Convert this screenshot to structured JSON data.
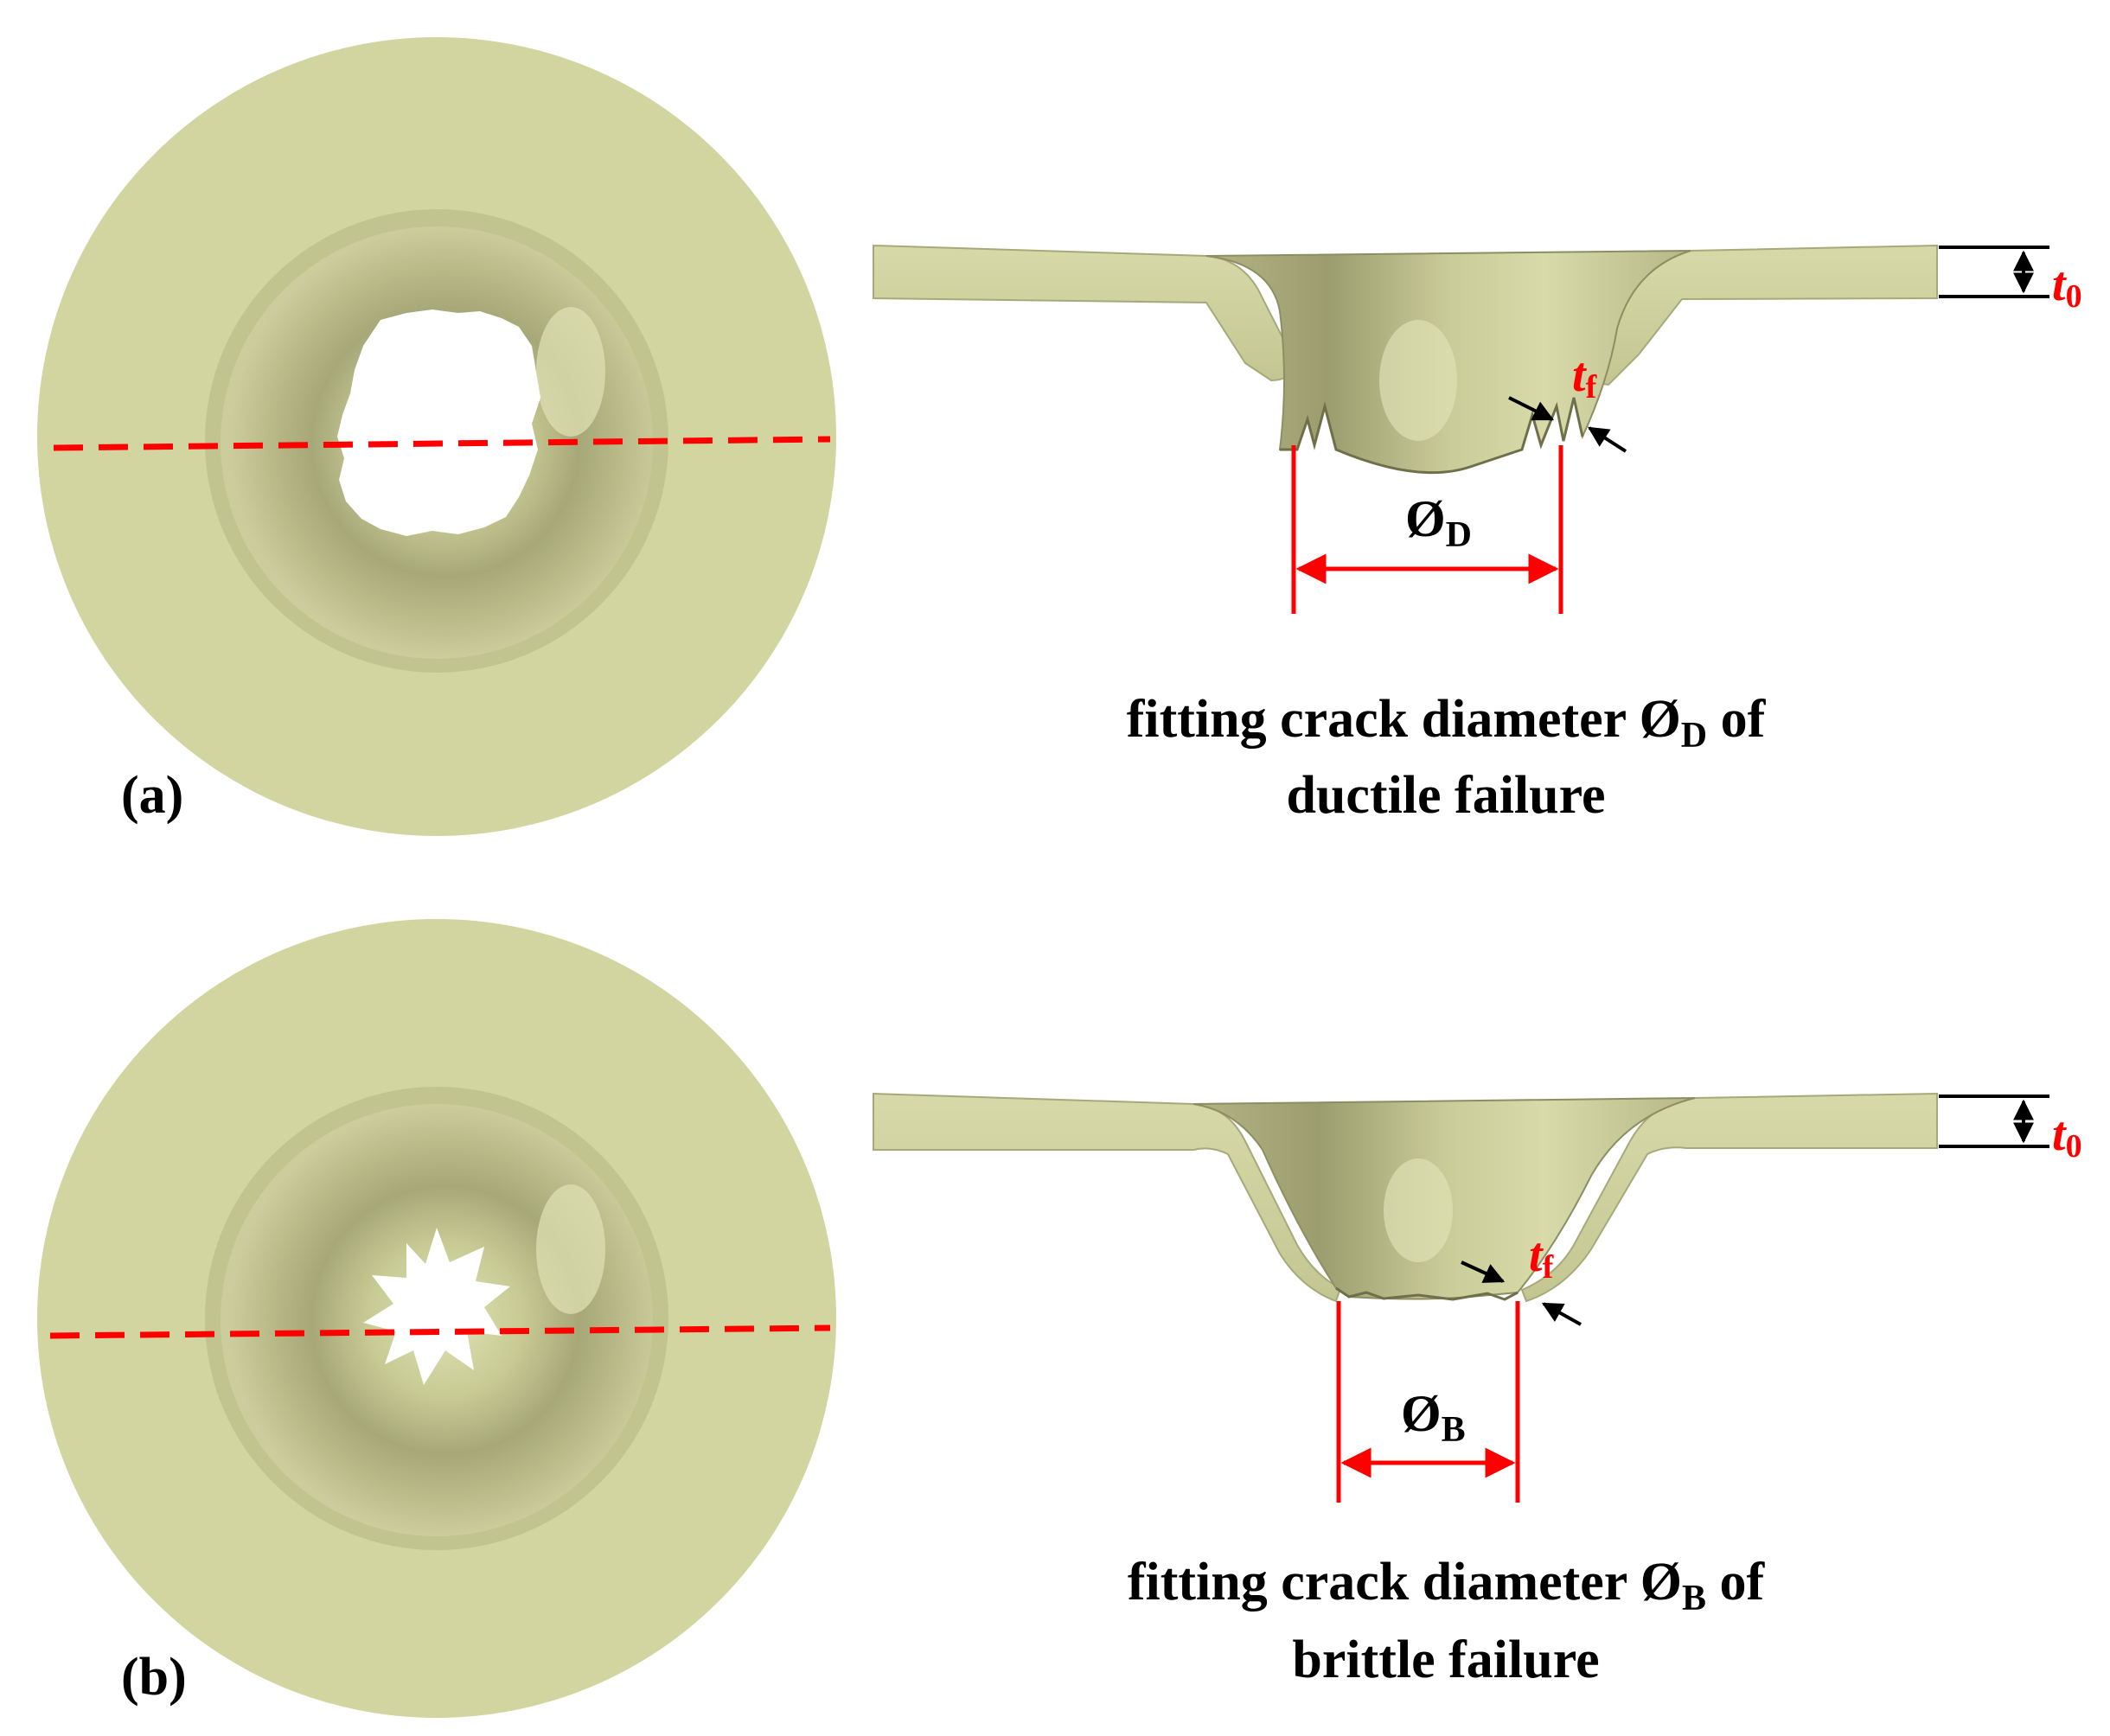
{
  "panels": [
    {
      "label": "(a)",
      "phi_symbol": "Ø",
      "phi_subscript": "D",
      "t0_symbol": "t",
      "t0_subscript": "0",
      "tf_symbol": "t",
      "tf_subscript": "f",
      "caption_line1_pre": "fitting crack diameter ",
      "caption_line1_post": " of",
      "caption_line2": "ductile failure"
    },
    {
      "label": "(b)",
      "phi_symbol": "Ø",
      "phi_subscript": "B",
      "t0_symbol": "t",
      "t0_subscript": "0",
      "tf_symbol": "t",
      "tf_subscript": "f",
      "caption_line1_pre": "fitting crack diameter ",
      "caption_line1_post": " of",
      "caption_line2": "brittle failure"
    }
  ],
  "colors": {
    "plate": "#d3d5a1",
    "plate_dark": "#a5a67a",
    "annotation": "#ff0000",
    "text": "#000000"
  }
}
